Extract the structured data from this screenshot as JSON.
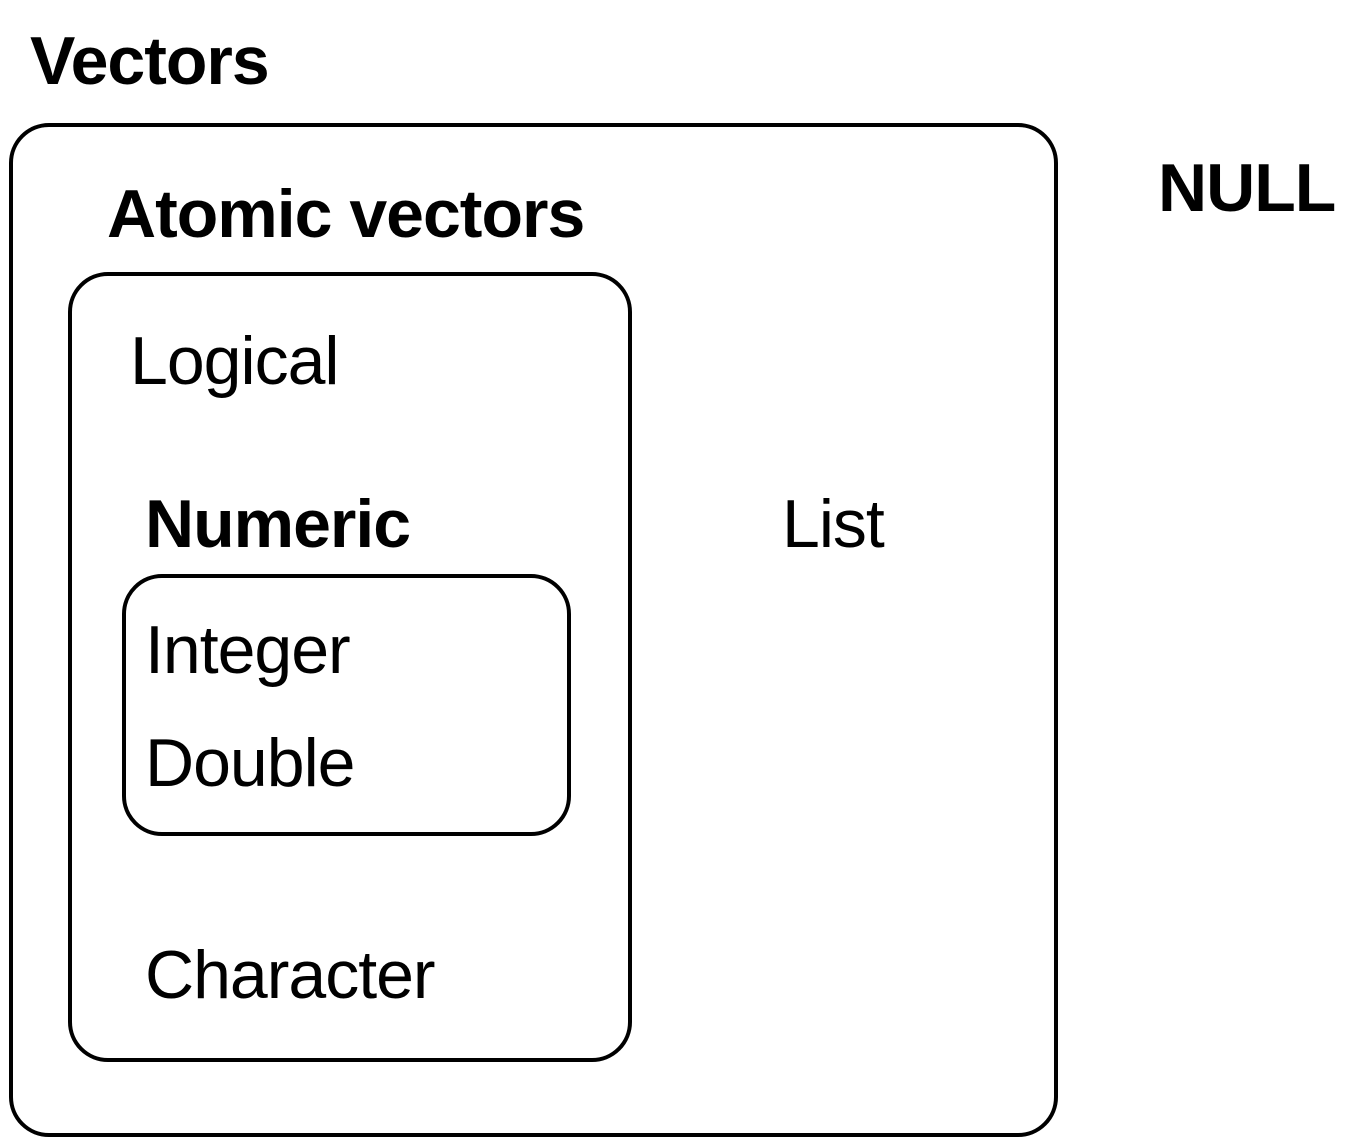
{
  "diagram": {
    "title": "Vectors",
    "null_label": "NULL",
    "vectors_box": {
      "atomic": {
        "label": "Atomic vectors",
        "logical": "Logical",
        "numeric": "Numeric",
        "numeric_box": {
          "integer": "Integer",
          "double": "Double"
        },
        "character": "Character"
      },
      "list": "List"
    },
    "colors": {
      "stroke": "#000000",
      "text": "#000000",
      "background": "#ffffff"
    }
  }
}
